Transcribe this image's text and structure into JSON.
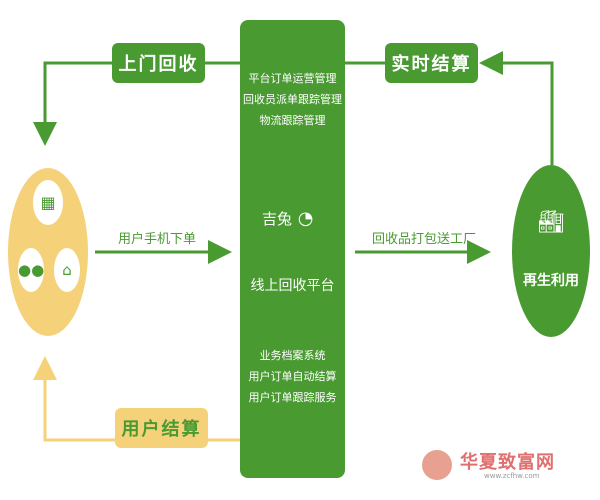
{
  "labels": {
    "pickup": "上门回收",
    "realtime": "实时结算",
    "user_settle": "用户结算"
  },
  "center": {
    "top_items": [
      "平台订单运营管理",
      "回收员派单跟踪管理",
      "物流跟踪管理"
    ],
    "brand": "吉兔",
    "title": "线上回收平台",
    "bottom_items": [
      "业务档案系统",
      "用户订单自动结算",
      "用户订单跟踪服务"
    ]
  },
  "arrows": {
    "left": "用户手机下单",
    "right": "回收品打包送工厂"
  },
  "right_node": "再生利用",
  "watermark": {
    "name": "华夏致富网",
    "url": "www.zcfhw.com"
  },
  "colors": {
    "green": "#4a9a32",
    "yellow": "#f5d27a"
  }
}
